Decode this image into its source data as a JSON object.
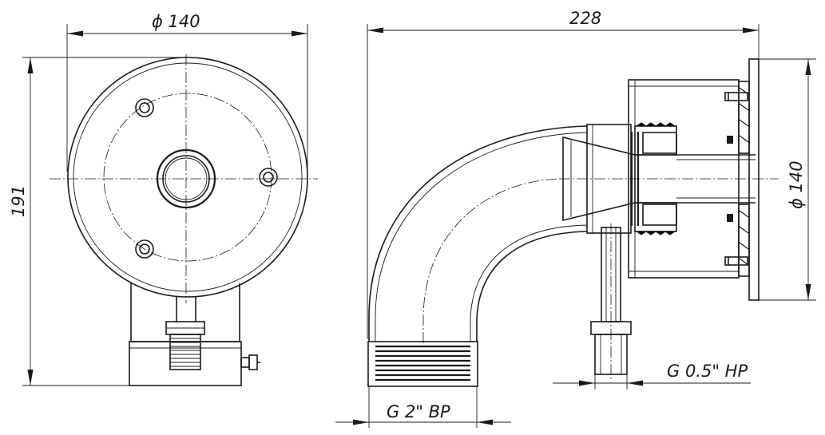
{
  "dimensions": {
    "front_diameter": "ϕ 140",
    "front_height": "191",
    "side_length": "228",
    "side_diameter": "ϕ 140",
    "thread_inlet": "G 2\" BP",
    "thread_outlet": "G 0.5\" HP"
  },
  "colors": {
    "line": "#1a1a1a",
    "background": "#ffffff"
  }
}
